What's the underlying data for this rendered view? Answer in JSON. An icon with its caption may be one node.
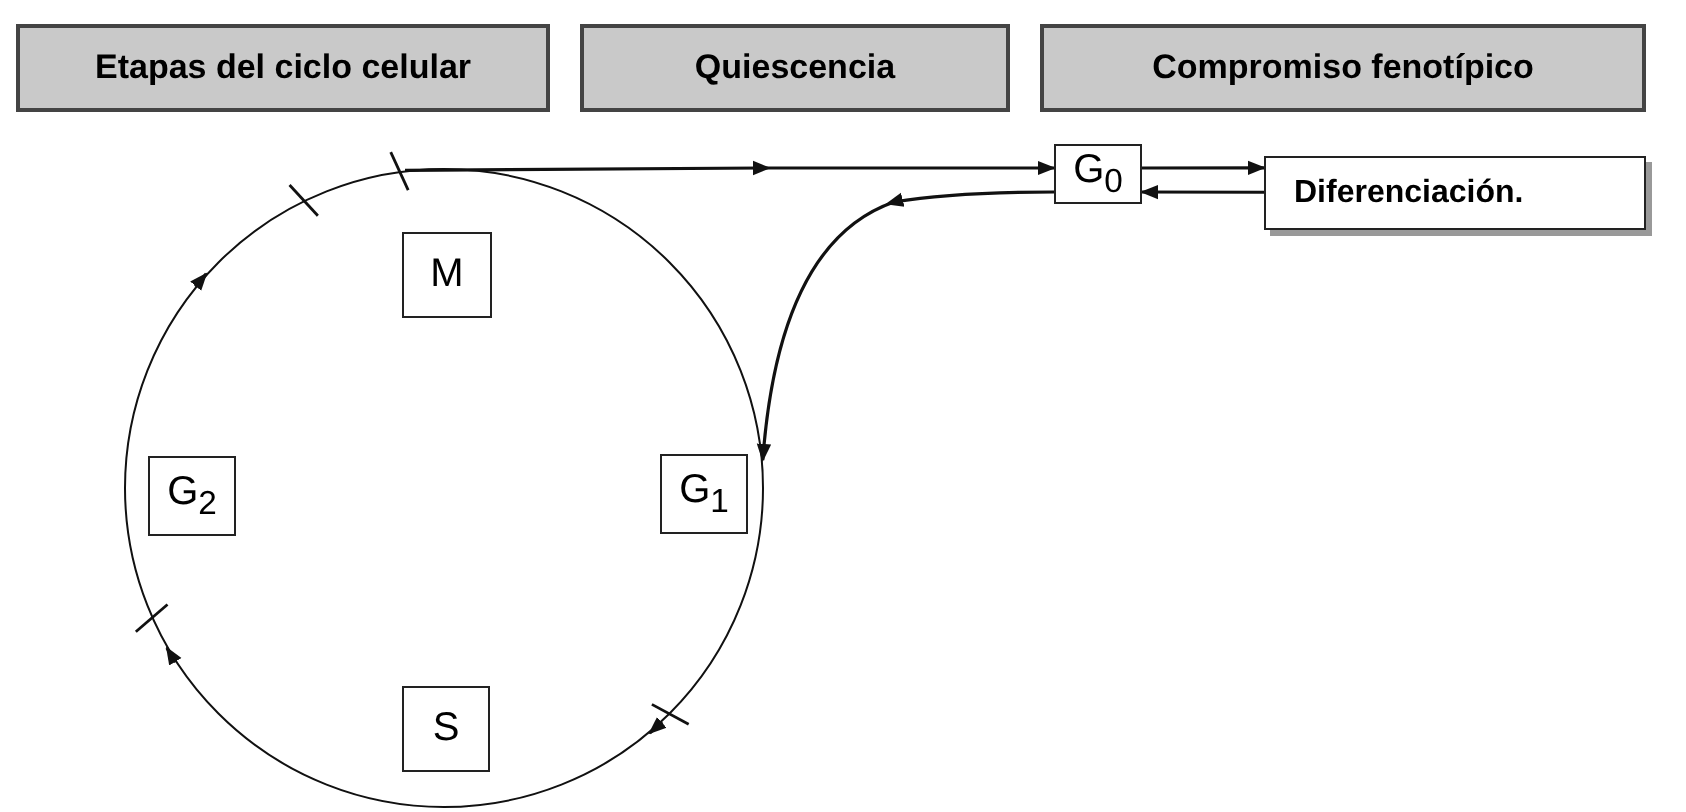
{
  "diagram": {
    "nodes": [
      {
        "text": [
          "Etapas del ciclo celular"
        ]
      },
      {
        "text": [
          "Quiescencia"
        ]
      },
      {
        "text": [
          "Compromiso fenotípico"
        ]
      },
      {
        "text": [
          "G$_{0}$"
        ]
      },
      {
        "text": [
          "Diferenciación."
        ]
      },
      {
        "text": [],
        "shape": "circle"
      },
      {
        "text": [
          "M"
        ],
        "in": 5
      },
      {
        "text": [
          "G$_{2}$"
        ],
        "in": 5
      },
      {
        "text": [
          "G$_{1}$"
        ],
        "in": 5
      },
      {
        "text": [
          "S"
        ],
        "in": 5
      }
    ],
    "edges": [
      {
        "from": 5,
        "to": 3,
        "arrow": "to"
      },
      {
        "from": 3,
        "to": 4,
        "arrow": "to"
      },
      {
        "from": 4,
        "to": 3,
        "arrow": "to"
      },
      {
        "from": 3,
        "to": 5,
        "arrow": "to"
      }
    ]
  }
}
